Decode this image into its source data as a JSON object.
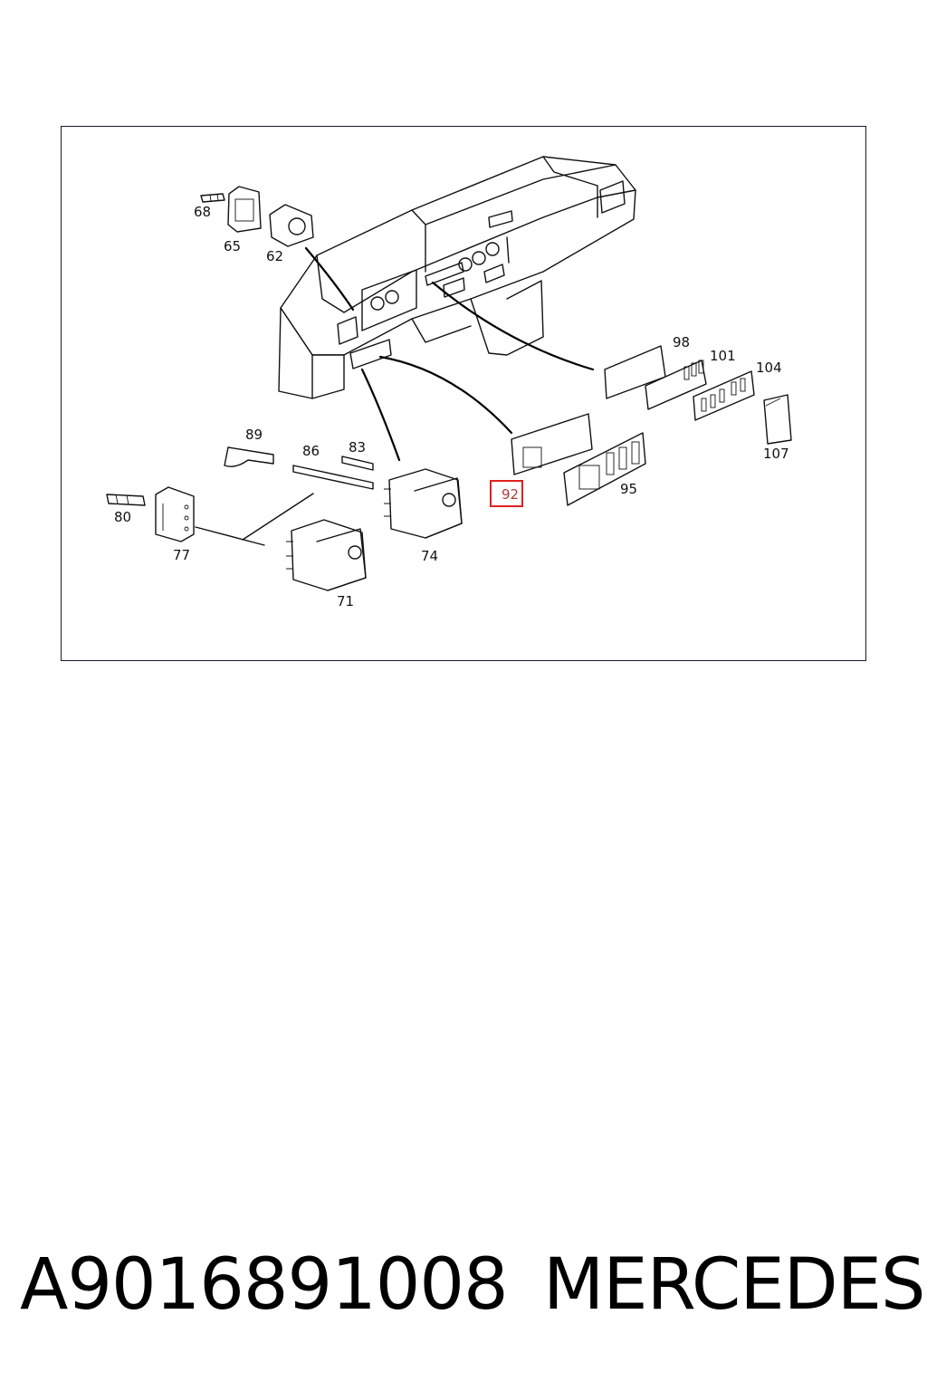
{
  "diagram": {
    "callouts": [
      {
        "id": "68",
        "label": "68"
      },
      {
        "id": "65",
        "label": "65"
      },
      {
        "id": "62",
        "label": "62"
      },
      {
        "id": "98",
        "label": "98"
      },
      {
        "id": "101",
        "label": "101"
      },
      {
        "id": "104",
        "label": "104"
      },
      {
        "id": "89",
        "label": "89"
      },
      {
        "id": "86",
        "label": "86"
      },
      {
        "id": "83",
        "label": "83"
      },
      {
        "id": "107",
        "label": "107"
      },
      {
        "id": "80",
        "label": "80"
      },
      {
        "id": "92",
        "label": "92"
      },
      {
        "id": "95",
        "label": "95"
      },
      {
        "id": "77",
        "label": "77"
      },
      {
        "id": "74",
        "label": "74"
      },
      {
        "id": "71",
        "label": "71"
      }
    ],
    "highlighted_part": "92",
    "highlight_color": "#e02020"
  },
  "footer": {
    "part_number": "A9016891008",
    "brand": "MERCEDES"
  }
}
